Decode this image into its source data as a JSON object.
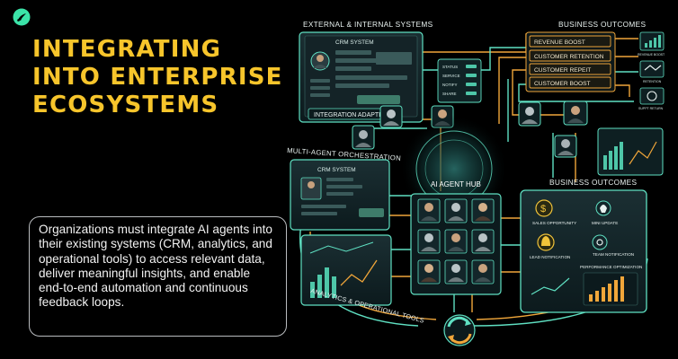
{
  "headline": {
    "line1": "INTEGRATING",
    "line2": "INTO ENTERPRISE",
    "line3": "ECOSYSTEMS"
  },
  "description": "Organizations must integrate AI agents into their existing systems (CRM, analytics, and operational tools) to access relevant data, deliver meaningful insights, and enable end-to-end automation and continuous feedback loops.",
  "illustration": {
    "external_systems_title": "EXTERNAL & INTERNAL SYSTEMS",
    "business_outcomes_top_title": "BUSINESS OUTCOMES",
    "crm_top_title": "CRM SYSTEM",
    "integration_adapter": "INTEGRATION ADAPTER",
    "status_items": [
      "STATUS",
      "SERVICE",
      "NOTIFY",
      "SHARE"
    ],
    "outcome_boxes": [
      "REVENUE BOOST",
      "CUSTOMER RETENTION",
      "CUSTOMER REPEIT",
      "CUSTOMER BOOST"
    ],
    "mini_labels": [
      "REVENUE BOOST",
      "RETENTION",
      "SUPPT RETURN"
    ],
    "orchestration_title": "MULTI-AGENT ORCHESTRATION",
    "crm_left_title": "CRM SYSTEM",
    "hub_title": "AI AGENT HUB",
    "business_outcomes_right_title": "BUSINESS OUTCOMES",
    "panel_labels": [
      "SALES OPPORTUNITY",
      "MINI UPDATE",
      "LEAD NOTIFICATION",
      "TEAM NOTIFICATION",
      "PERFORMANCE OPTIMIZATION"
    ],
    "analytics_title": "ANALYTICS & OPERATIONAL TOOLS"
  },
  "colors": {
    "background": "#000000",
    "headline": "#f7c52b",
    "logo": "#3be3a8",
    "panel_glow": "#5fe0c2",
    "flow_orange": "#f0a63a",
    "box_border": "#b9bcbf"
  }
}
